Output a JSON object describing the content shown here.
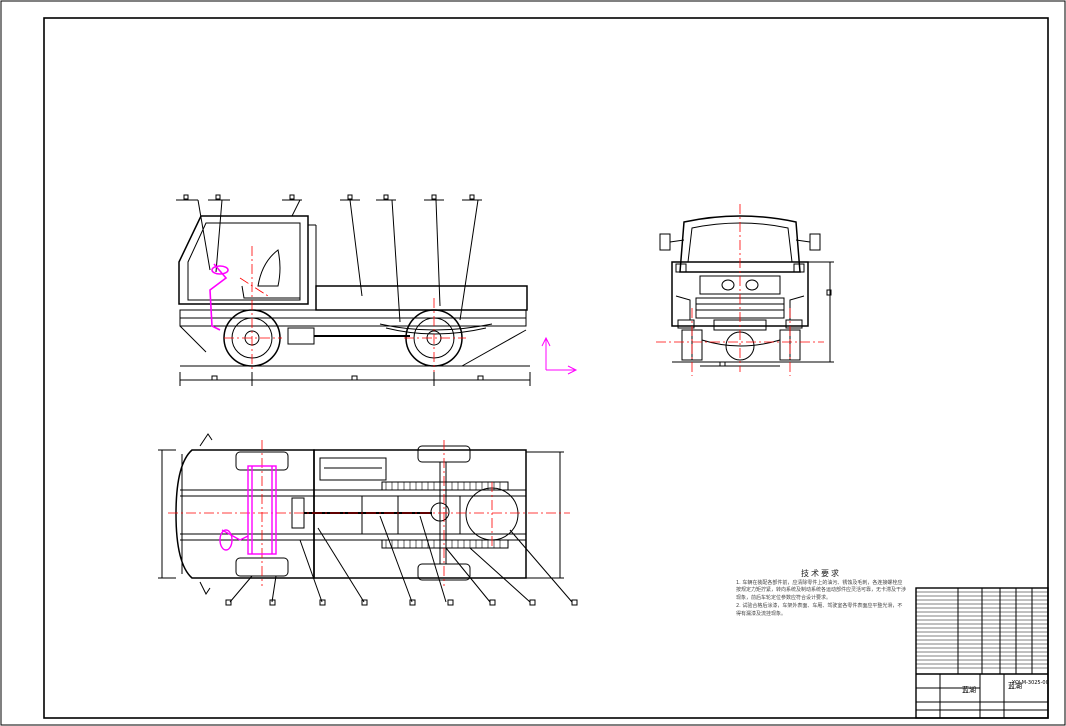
{
  "notes": {
    "title": "技术要求",
    "items": [
      "1. 车辆在装配各部件前，应清除零件上的油污、锈蚀及毛刺，各连接螺栓应按规定力矩拧紧，转向系统及制动系统各运动部件应灵活可靠，无卡滞及干涉现象，前后车轮定位参数应符合设计要求。",
      "2. 试验合格后涂漆，车架外表面、车厢、驾驶室各零件表面应平整光滑，不得有漏漆及流挂现象。"
    ]
  },
  "title_block": {
    "text_a": "蓝湖",
    "text_b": "蓝湖",
    "code": "YQLM-3025-00"
  },
  "colors": {
    "line": "#000000",
    "centerline": "#ff0000",
    "steering": "#ff00ff"
  }
}
